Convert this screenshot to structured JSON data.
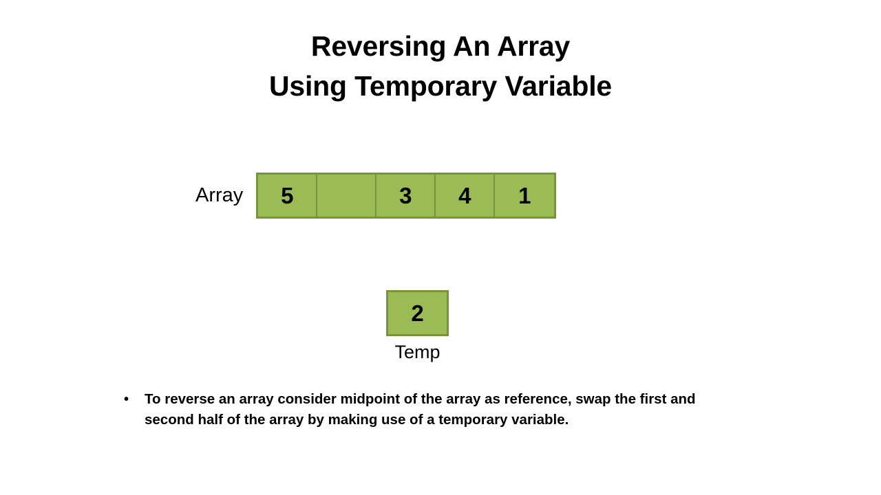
{
  "slide": {
    "background_color": "#ffffff",
    "title_lines": [
      "Reversing An Array",
      "Using Temporary Variable"
    ],
    "array": {
      "label": "Array",
      "cells": [
        "5",
        "",
        "3",
        "4",
        "1"
      ],
      "fill_color": "#9BBB55",
      "border_color": "#77933C"
    },
    "temp": {
      "value": "2",
      "label": "Temp",
      "fill_color": "#9BBB55",
      "border_color": "#77933C"
    },
    "bullets": [
      {
        "marker": "•",
        "text": "To reverse an array consider midpoint of the array as reference, swap the first and second half of the array by making use of a temporary variable."
      }
    ]
  }
}
